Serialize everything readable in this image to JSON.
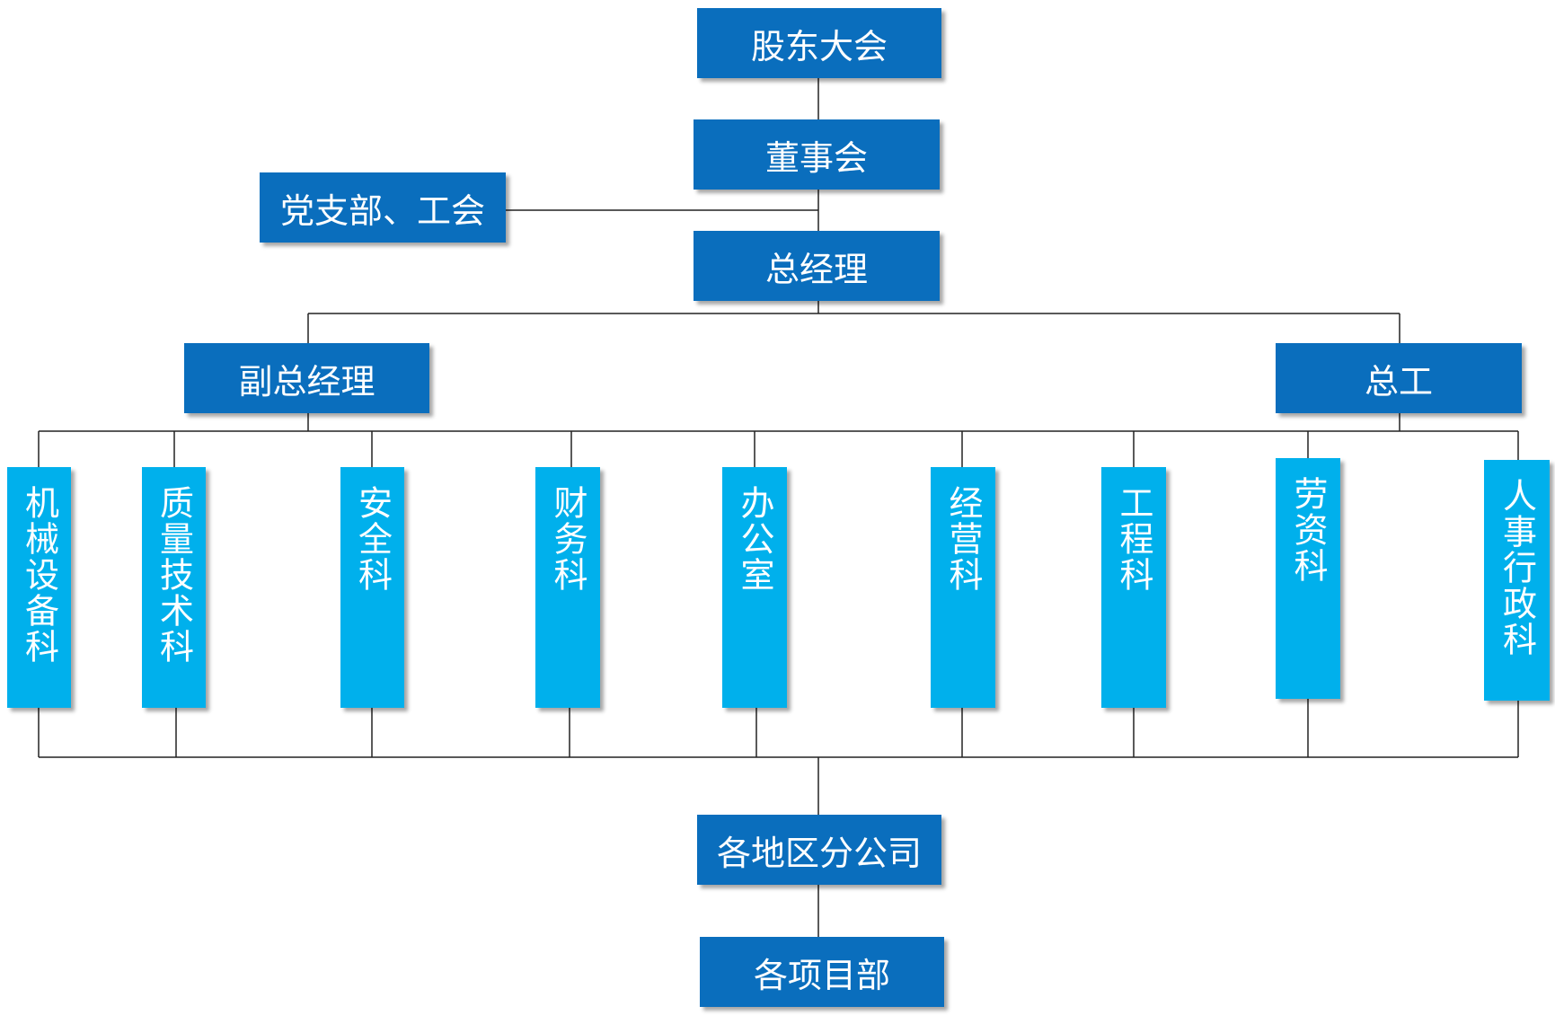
{
  "colors": {
    "dark": "#0a6ebd",
    "light": "#00b0ec",
    "line": "#222222"
  },
  "nodes": {
    "shareholders": "股东大会",
    "board": "董事会",
    "party_union": "党支部、工会",
    "general_manager": "总经理",
    "deputy_gm": "副总经理",
    "chief_engineer": "总工",
    "departments": [
      "机械设备科",
      "质量技术科",
      "安全科",
      "财务科",
      "办公室",
      "经营科",
      "工程科",
      "劳资科",
      "人事行政科"
    ],
    "branches": "各地区分公司",
    "projects": "各项目部"
  }
}
